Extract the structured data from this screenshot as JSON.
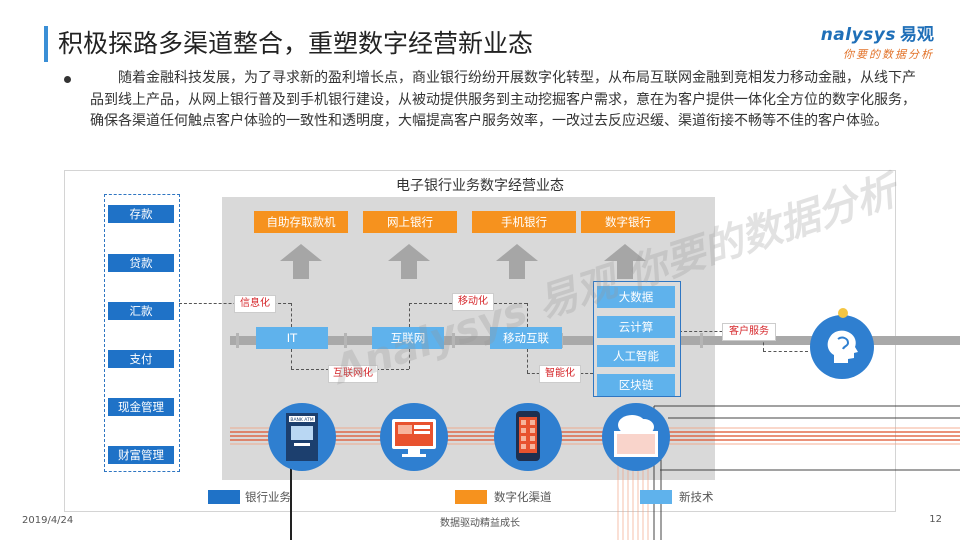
{
  "header": {
    "title": "积极探路多渠道整合，重塑数字经营新业态"
  },
  "logo": {
    "brand": "nalysys",
    "brand_cn": "易观",
    "slogan": "你要的数据分析"
  },
  "intro": {
    "text": "随着金融科技发展，为了寻求新的盈利增长点，商业银行纷纷开展数字化转型，从布局互联网金融到竞相发力移动金融，从线下产品到线上产品，从网上银行普及到手机银行建设，从被动提供服务到主动挖掘客户需求，意在为客户提供一体化全方位的数字化服务，确保各渠道任何触点客户体验的一致性和透明度，大幅提高客户服务效率，一改过去反应迟缓、渠道衔接不畅等不佳的客户体验。"
  },
  "diagram": {
    "title": "电子银行业务数字经营业态",
    "bank_services": [
      "存款",
      "贷款",
      "汇款",
      "支付",
      "现金管理",
      "财富管理"
    ],
    "digital_channels": [
      "自助存取款机",
      "网上银行",
      "手机银行",
      "数字银行"
    ],
    "stages": [
      "IT",
      "互联网",
      "移动互联"
    ],
    "transform_labels": {
      "informatization": "信息化",
      "internetization": "互联网化",
      "mobilization": "移动化",
      "intelligentization": "智能化",
      "customer_service": "客户服务"
    },
    "technologies": [
      "大数据",
      "云计算",
      "人工智能",
      "区块链"
    ],
    "atm_sign": "BANK ATM",
    "legend": [
      {
        "label": "银行业务",
        "color": "#1f72c7"
      },
      {
        "label": "数字化渠道",
        "color": "#f6921e"
      },
      {
        "label": "新技术",
        "color": "#5fb2ec"
      }
    ]
  },
  "footer": {
    "date": "2019/4/24",
    "center": "数据驱动精益成长",
    "page": "12"
  },
  "watermark": {
    "text": "Analysys 易观  你要的数据分析"
  },
  "colors": {
    "accent": "#3a8fd6",
    "bank_blue": "#1f72c7",
    "channel_orange": "#f6921e",
    "tech_blue": "#5fb2ec",
    "label_red": "#d6272b",
    "panel_grey": "#d9d9d9"
  }
}
